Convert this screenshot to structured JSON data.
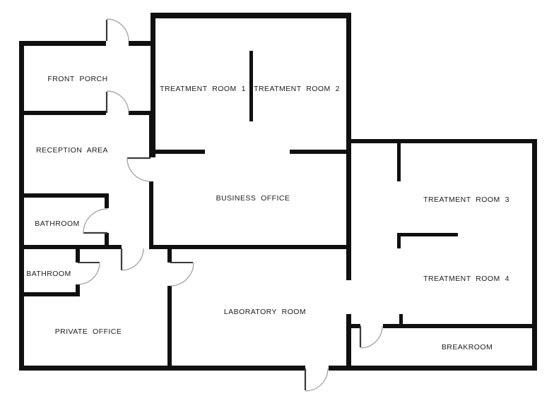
{
  "plan_type": "floor-plan",
  "colors": {
    "wall": "#101010",
    "door_arc": "#9c9c9c",
    "door_leaf": "#3a3a3a",
    "background": "#ffffff",
    "label_text": "#1c1c1c"
  },
  "rooms": [
    {
      "id": "front-porch",
      "label": "FRONT PORCH"
    },
    {
      "id": "treatment-room-1",
      "label": "TREATMENT ROOM 1"
    },
    {
      "id": "treatment-room-2",
      "label": "TREATMENT ROOM 2"
    },
    {
      "id": "reception-area",
      "label": "RECEPTION AREA"
    },
    {
      "id": "business-office",
      "label": "BUSINESS OFFICE"
    },
    {
      "id": "treatment-room-3",
      "label": "TREATMENT ROOM 3"
    },
    {
      "id": "bathroom-upper",
      "label": "BATHROOM"
    },
    {
      "id": "bathroom-lower",
      "label": "BATHROOM"
    },
    {
      "id": "treatment-room-4",
      "label": "TREATMENT ROOM 4"
    },
    {
      "id": "laboratory-room",
      "label": "LABORATORY ROOM"
    },
    {
      "id": "private-office",
      "label": "PRIVATE OFFICE"
    },
    {
      "id": "breakroom",
      "label": "BREAKROOM"
    }
  ]
}
